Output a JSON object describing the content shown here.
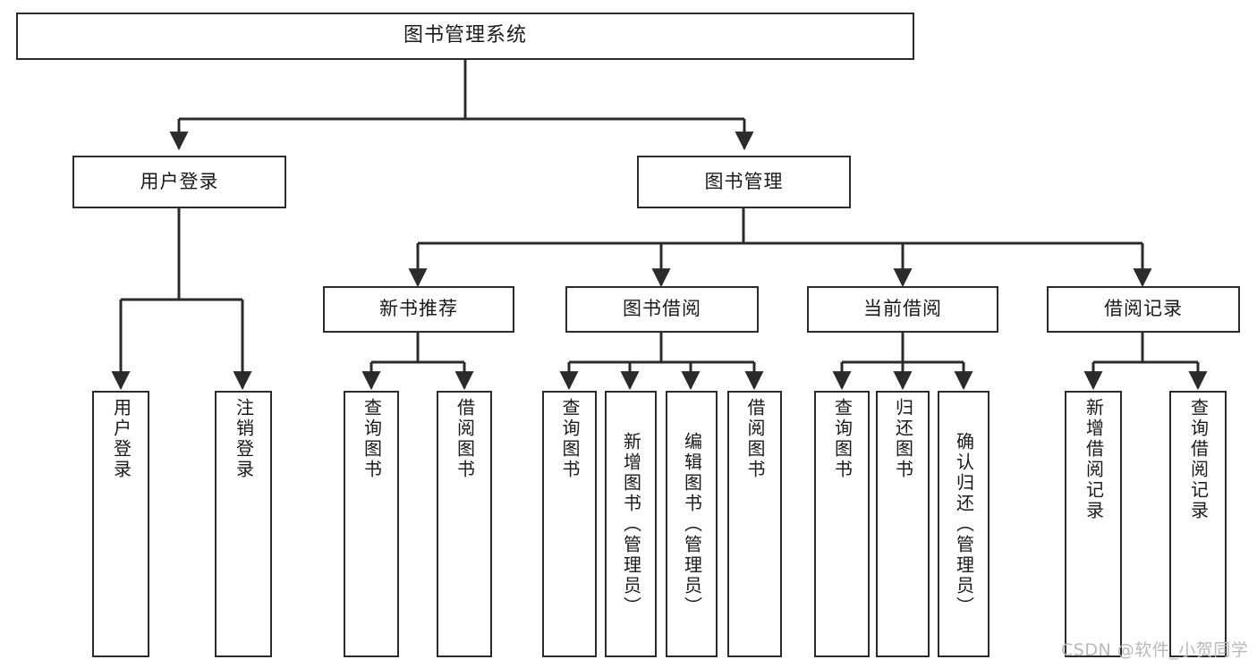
{
  "diagram": {
    "title": "图书管理系统",
    "type": "hierarchy-tree",
    "watermark": "CSDN @软件_小贺同学"
  },
  "nodes": {
    "root": {
      "label": "图书管理系统"
    },
    "level2": [
      {
        "label": "用户登录"
      },
      {
        "label": "图书管理"
      }
    ],
    "level3": [
      {
        "label": "新书推荐"
      },
      {
        "label": "图书借阅"
      },
      {
        "label": "当前借阅"
      },
      {
        "label": "借阅记录"
      }
    ],
    "leaves": {
      "user_login": [
        {
          "label": "用户登录"
        },
        {
          "label": "注销登录"
        }
      ],
      "new_book_recommend": [
        {
          "label": "查询图书"
        },
        {
          "label": "借阅图书"
        }
      ],
      "book_borrow": [
        {
          "label": "查询图书"
        },
        {
          "label": "新增图书（管理员）"
        },
        {
          "label": "编辑图书（管理员）"
        },
        {
          "label": "借阅图书"
        }
      ],
      "current_borrow": [
        {
          "label": "查询图书"
        },
        {
          "label": "归还图书"
        },
        {
          "label": "确认归还（管理员）"
        }
      ],
      "borrow_record": [
        {
          "label": "新增借阅记录"
        },
        {
          "label": "查询借阅记录"
        }
      ]
    }
  },
  "colors": {
    "border": "#2b2b2b",
    "text": "#1a1a1a",
    "background": "#ffffff",
    "watermark": "#b9b9b9"
  }
}
